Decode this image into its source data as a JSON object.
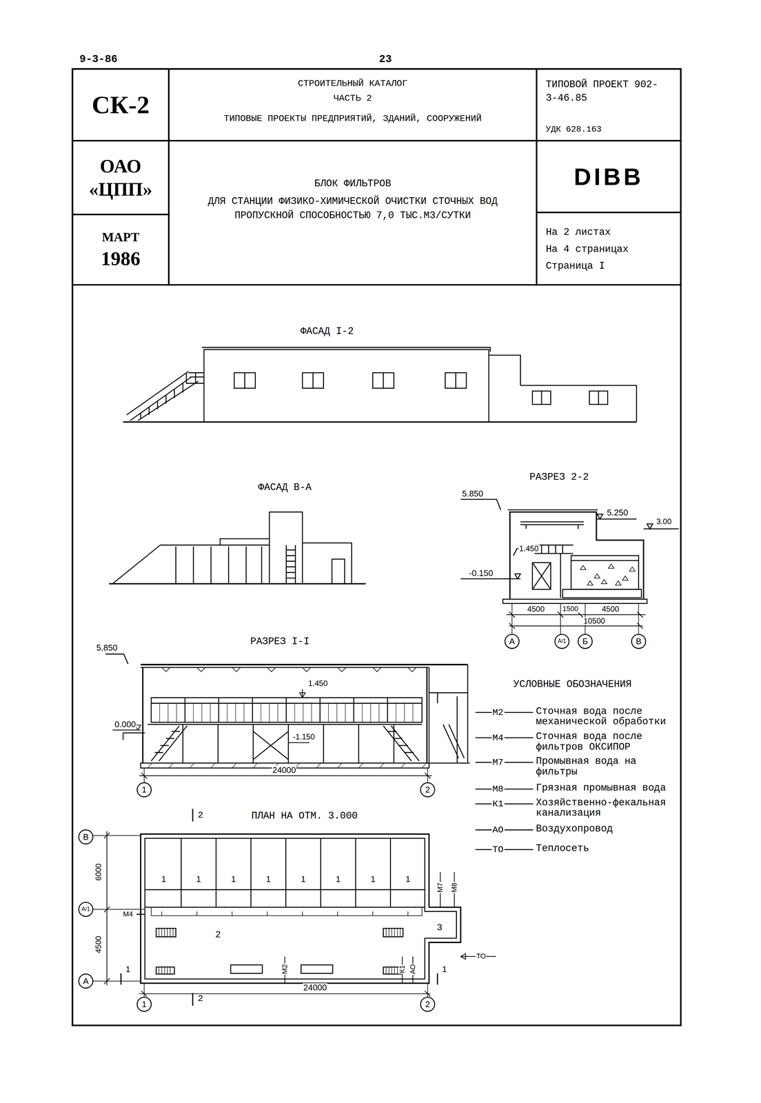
{
  "diagram": {
    "nodes": [
      {
        "text": [
          "СК-2"
        ]
      },
      {
        "text": [
          "ОАО «ЦПП»"
        ]
      },
      {
        "text": [
          "МАРТ",
          "1986"
        ]
      },
      {
        "text": [
          "СТРОИТЕЛЬНЫЙ КАТАЛОГ",
          "ЧАСТЬ 2",
          "ТИПОВЫЕ ПРОЕКТЫ ПРЕДПРИЯТИЙ, ЗДАНИЙ, СООРУЖЕНИЙ"
        ]
      },
      {
        "text": [
          "БЛОК ФИЛЬТРОВ",
          "ДЛЯ СТАНЦИИ ФИЗИКО-ХИМИЧЕСКОЙ ОЧИСТКИ СТОЧНЫХ ВОД ПРОПУСКНОЙ СПОСОБНОСТЬЮ 7,0 ТЫС.М3/СУТКИ"
        ]
      },
      {
        "text": [
          "ТИПОВОЙ ПРОЕКТ 902-3-46.85",
          "УДК 628.163"
        ]
      },
      {
        "text": [
          "DIBB"
        ]
      },
      {
        "text": [
          "На 2 листах",
          "На 4 страницах",
          "Страница I"
        ]
      }
    ],
    "labels": [
      "9-3-86",
      "23",
      "ФАСАД I-2",
      "ФАСАД В-А",
      "РАЗРЕЗ 2-2",
      "5.850",
      "5.250",
      "3.00",
      "1.450",
      "-0.150",
      "4500",
      "1500",
      "4500",
      "10500",
      "А",
      "А/1",
      "Б",
      "В",
      "РАЗРЕЗ I-I",
      "5.850",
      "1.450",
      "0.000",
      "-1.150",
      "24000",
      "1",
      "2",
      "УСЛОВНЫЕ ОБОЗНАЧЕНИЯ",
      "М2",
      "М4",
      "М7",
      "М8",
      "К1",
      "АО",
      "ТО",
      "2",
      "ПЛАН НА ОТМ. 3.000",
      "В",
      "6000",
      "А/1",
      "4500",
      "А",
      "М4",
      "1",
      "1",
      "1",
      "1",
      "1",
      "1",
      "1",
      "1",
      "2",
      "3",
      "М7",
      "М8",
      "ТО",
      "1",
      "1",
      "М2",
      "К1",
      "АО",
      "24000",
      "1",
      "2",
      "2"
    ],
    "legend": [
      {
        "text": "Сточная вода после механической обработки"
      },
      {
        "text": "Сточная вода после фильтров ОКСИПОР"
      },
      {
        "text": "Промывная вода на фильтры"
      },
      {
        "text": "Грязная промывная вода"
      },
      {
        "text": "Хозяйственно-фекальная канализация"
      },
      {
        "text": "Воздухопровод"
      },
      {
        "text": "Теплосеть"
      }
    ]
  }
}
